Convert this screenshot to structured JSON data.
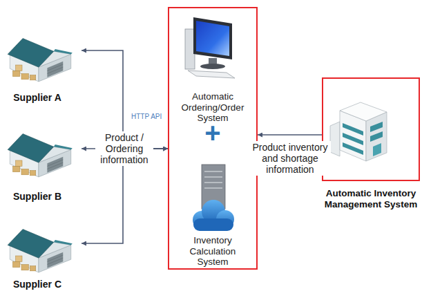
{
  "diagram": {
    "nodes": [
      {
        "text": [
          "Supplier A"
        ]
      },
      {
        "text": [
          "Supplier B"
        ]
      },
      {
        "text": [
          "Supplier C"
        ]
      },
      {
        "text": []
      },
      {
        "text": [
          "Automatic Ordering/Order System"
        ],
        "in": 3
      },
      {
        "text": [
          "Inventory Calculation System"
        ],
        "in": 3
      },
      {
        "text": [
          "Automatic Inventory Management System"
        ]
      }
    ],
    "edges": [
      {
        "from": 0,
        "to": 3,
        "arrow": "both"
      },
      {
        "from": 1,
        "to": 3,
        "label": "Product / Ordering information",
        "arrow": "both"
      },
      {
        "from": 2,
        "to": 3,
        "arrow": "both"
      },
      {
        "from": 6,
        "to": 3,
        "label": "Product inventory and shortage information",
        "arrow": "to"
      }
    ],
    "labels": [
      "HTTP API",
      "+"
    ]
  }
}
